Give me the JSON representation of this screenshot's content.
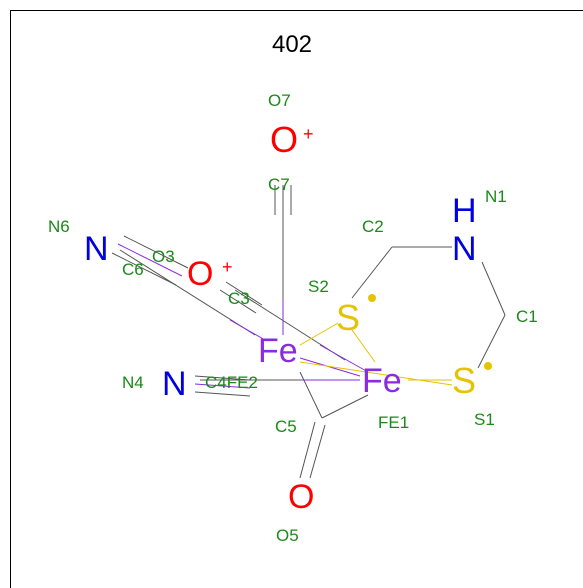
{
  "title": "402",
  "atoms": {
    "fe_a": {
      "text": "Fe",
      "color": "#8a2be2"
    },
    "fe_b": {
      "text": "Fe",
      "color": "#8a2be2"
    },
    "n1": {
      "text": "N",
      "color": "#0000e0"
    },
    "h_n1": {
      "text": "H",
      "color": "#0000e0"
    },
    "n6": {
      "text": "N",
      "color": "#0000e0"
    },
    "n4": {
      "text": "N",
      "color": "#0000e0"
    },
    "s2": {
      "text": "S",
      "color": "#e6c200"
    },
    "s1": {
      "text": "S",
      "color": "#e6c200"
    },
    "o7": {
      "text": "O",
      "color": "#ff0000"
    },
    "o3": {
      "text": "O",
      "color": "#ff0000"
    },
    "o5": {
      "text": "O",
      "color": "#ff0000"
    },
    "o7_charge": {
      "text": "+",
      "color": "#ff0000"
    },
    "o3_charge": {
      "text": "+",
      "color": "#ff0000"
    }
  },
  "labels": {
    "O7": "O7",
    "C7": "C7",
    "N1": "N1",
    "C2": "C2",
    "N6": "N6",
    "O3": "O3",
    "C6": "C6",
    "S2": "S2",
    "C3": "C3",
    "C1": "C1",
    "N4": "N4",
    "C4FE2": "C4FE2",
    "C5": "C5",
    "FE1": "FE1",
    "S1": "S1",
    "O5": "O5"
  },
  "colors": {
    "label_green": "#1a8a1a",
    "bond_gray": "#555555",
    "fe_purple": "#8a2be2",
    "sulfur_yellow": "#e6c200",
    "nitrogen_blue": "#0000e0",
    "oxygen_red": "#ff0000"
  }
}
